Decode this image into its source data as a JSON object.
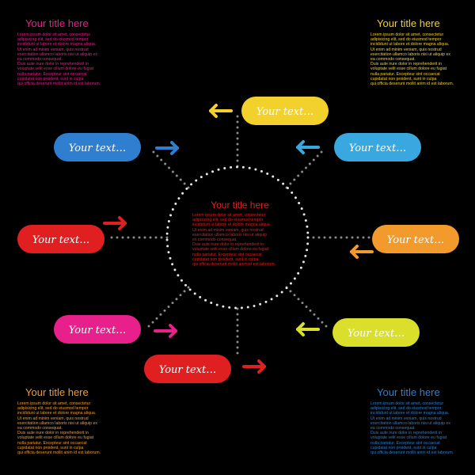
{
  "corners": {
    "top_left": {
      "title": "Your title here",
      "lines": [
        "Lorem ipsum dolor sit amet, consectetur",
        "adipisicing elit, sed do eiusmod tempor",
        "incididunt ut labore et dolore magna aliqua.",
        "Ut enim ad minim veniam, quis nostrud",
        "exercitation ullamco laboris nisi ut aliquip ex",
        "ea commodo consequat.",
        "Duis aute irure dolor in reprehenderit in",
        "voluptate velit esse cillum dolore eu fugiat",
        "nulla pariatur. Excepteur sint occaecat",
        "cupidatat non proident, sunt in culpa",
        "qui officia deserunt mollit anim id est laborum."
      ]
    },
    "top_right": {
      "title": "Your title here",
      "lines": [
        "Lorem ipsum dolor sit amet, consectetur",
        "adipisicing elit, sed do eiusmod tempor",
        "incididunt ut labore et dolore magna aliqua.",
        "Ut enim ad minim veniam, quis nostrud",
        "exercitation ullamco laboris nisi ut aliquip ex",
        "ea commodo consequat.",
        "Duis aute irure dolor in reprehenderit in",
        "voluptate velit esse cillum dolore eu fugiat",
        "nulla pariatur. Excepteur sint occaecat",
        "cupidatat non proident, sunt in culpa",
        "qui officia deserunt mollit anim id est laborum."
      ]
    },
    "bottom_left": {
      "title": "Your title here",
      "lines": [
        "Lorem ipsum dolor sit amet, consectetur",
        "adipisicing elit, sed do eiusmod tempor",
        "incididunt ut labore et dolore magna aliqua.",
        "Ut enim ad minim veniam, quis nostrud",
        "exercitation ullamco laboris nisi ut aliquip ex",
        "ea commodo consequat.",
        "Duis aute irure dolor in reprehenderit in",
        "voluptate velit esse cillum dolore eu fugiat",
        "nulla pariatur. Excepteur sint occaecat",
        "cupidatat non proident, sunt in culpa",
        "qui officia deserunt mollit anim id est laborum."
      ]
    },
    "bottom_right": {
      "title": "Your title here",
      "lines": [
        "Lorem ipsum dolor sit amet, consectetur",
        "adipisicing elit, sed do eiusmod tempor",
        "incididunt ut labore et dolore magna aliqua.",
        "Ut enim ad minim veniam, quis nostrud",
        "exercitation ullamco laboris nisi ut aliquip ex",
        "ea commodo consequat.",
        "Duis aute irure dolor in reprehenderit in",
        "voluptate velit esse cillum dolore eu fugiat",
        "nulla pariatur. Excepteur sint occaecat",
        "cupidatat non proident, sunt in culpa",
        "qui officia deserunt mollit anim id est laborum."
      ]
    }
  },
  "center": {
    "title": "Your title here",
    "lines": [
      "Lorem ipsum dolor sit amet, consectetur",
      "adipisicing elit, sed do eiusmod tempor",
      "incididunt ut labore et dolore magna aliqua.",
      "Ut enim ad minim veniam, quis nostrud",
      "exercitation ullamco laboris nisi ut aliquip",
      "ex commodo consequat.",
      "Duis aute irure dolor in reprehenderit in",
      "voluptate velit esse cillum dolore eu fugiat",
      "nulla pariatur. Excepteur sint occaecat",
      "cupidatat non proident, sunt in culpa",
      "qui officia deserunt mollit anim id est laborum."
    ]
  },
  "nodes": [
    {
      "id": "top",
      "label": "Your text…",
      "color": "#f2d12c"
    },
    {
      "id": "upper-right",
      "label": "Your text…",
      "color": "#39a8e0"
    },
    {
      "id": "right",
      "label": "Your text…",
      "color": "#f39a2d"
    },
    {
      "id": "lower-right",
      "label": "Your text…",
      "color": "#d9df2b"
    },
    {
      "id": "bottom",
      "label": "Your text…",
      "color": "#e02020"
    },
    {
      "id": "lower-left",
      "label": "Your text…",
      "color": "#e7208b"
    },
    {
      "id": "left",
      "label": "Your text…",
      "color": "#e02020"
    },
    {
      "id": "upper-left",
      "label": "Your text…",
      "color": "#2f7fd0"
    }
  ],
  "colors": {
    "background": "#000000",
    "dots": "#e6e6e6",
    "connector": "#8a8a8a"
  }
}
